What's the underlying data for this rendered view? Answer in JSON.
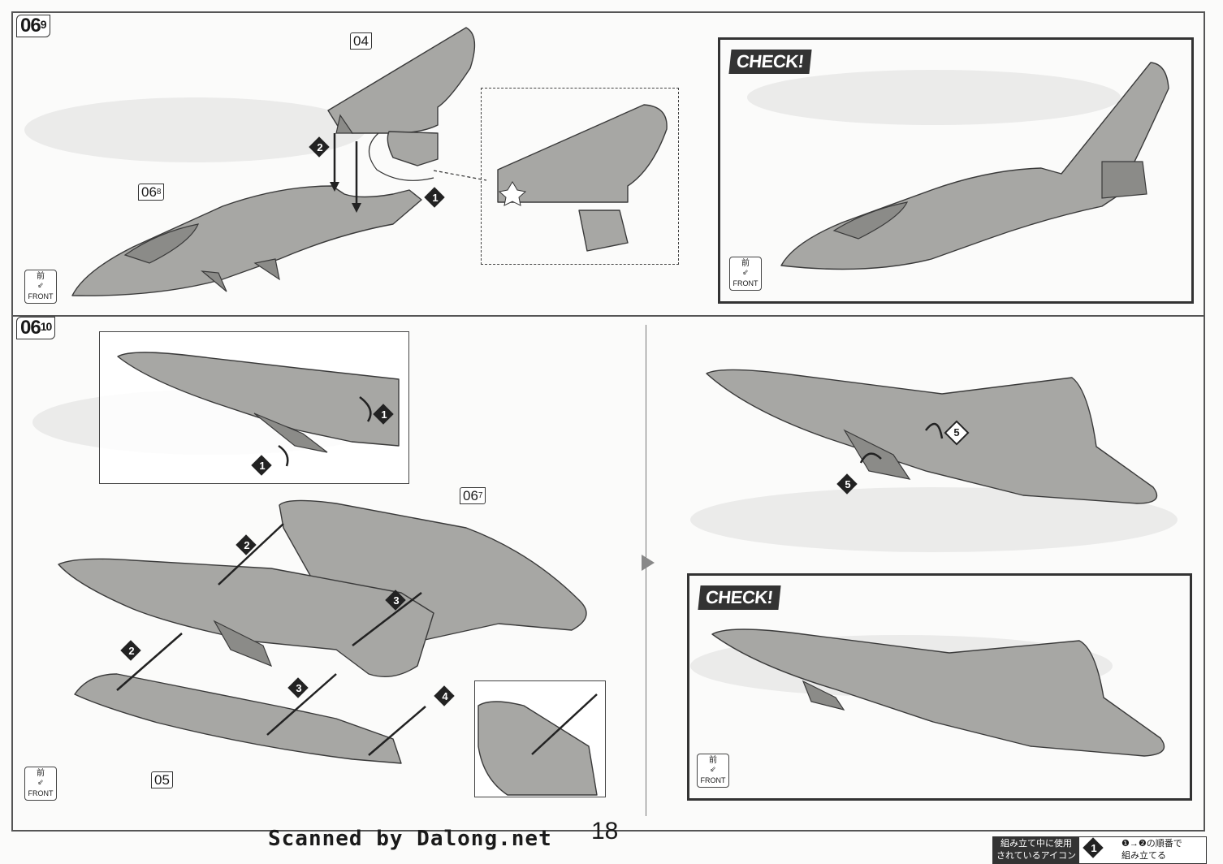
{
  "step_a": {
    "number": "06",
    "sub": "9"
  },
  "step_b": {
    "number": "06",
    "sub": "10"
  },
  "tags": {
    "part_04": "04",
    "part_05": "05",
    "ref_a_num": "06",
    "ref_a_sub": "8",
    "ref_b_num": "06",
    "ref_b_sub": "7"
  },
  "check_label": "CHECK!",
  "front_icon": {
    "kanji": "前",
    "label": "FRONT"
  },
  "badges": [
    "1",
    "2",
    "3",
    "4",
    "5"
  ],
  "page_number": "18",
  "credit": "Scanned by Dalong.net",
  "legend": {
    "icon_description_line1": "組み立て中に使用",
    "icon_description_line2": "されているアイコン",
    "badge": "1",
    "order_line1": "❶→❷の順番で",
    "order_line2": "組み立てる"
  }
}
